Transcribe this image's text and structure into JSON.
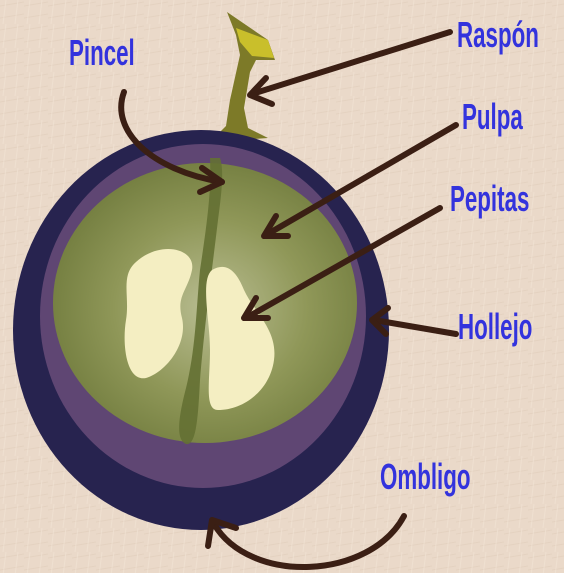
{
  "diagram": {
    "labels": {
      "pincel": "Pincel",
      "raspon": "Raspón",
      "pulpa": "Pulpa",
      "pepitas": "Pepitas",
      "hollejo": "Hollejo",
      "ombligo": "Ombligo"
    }
  },
  "colors": {
    "background": "#ead9c9",
    "label_text": "#3333dd",
    "arrow": "#3b1f14",
    "skin": "#2a2550",
    "skin_inner": "#6a4c7a",
    "pulp": "#8a9350",
    "seed": "#f5f0c4",
    "stem": "#8b8a2a"
  }
}
